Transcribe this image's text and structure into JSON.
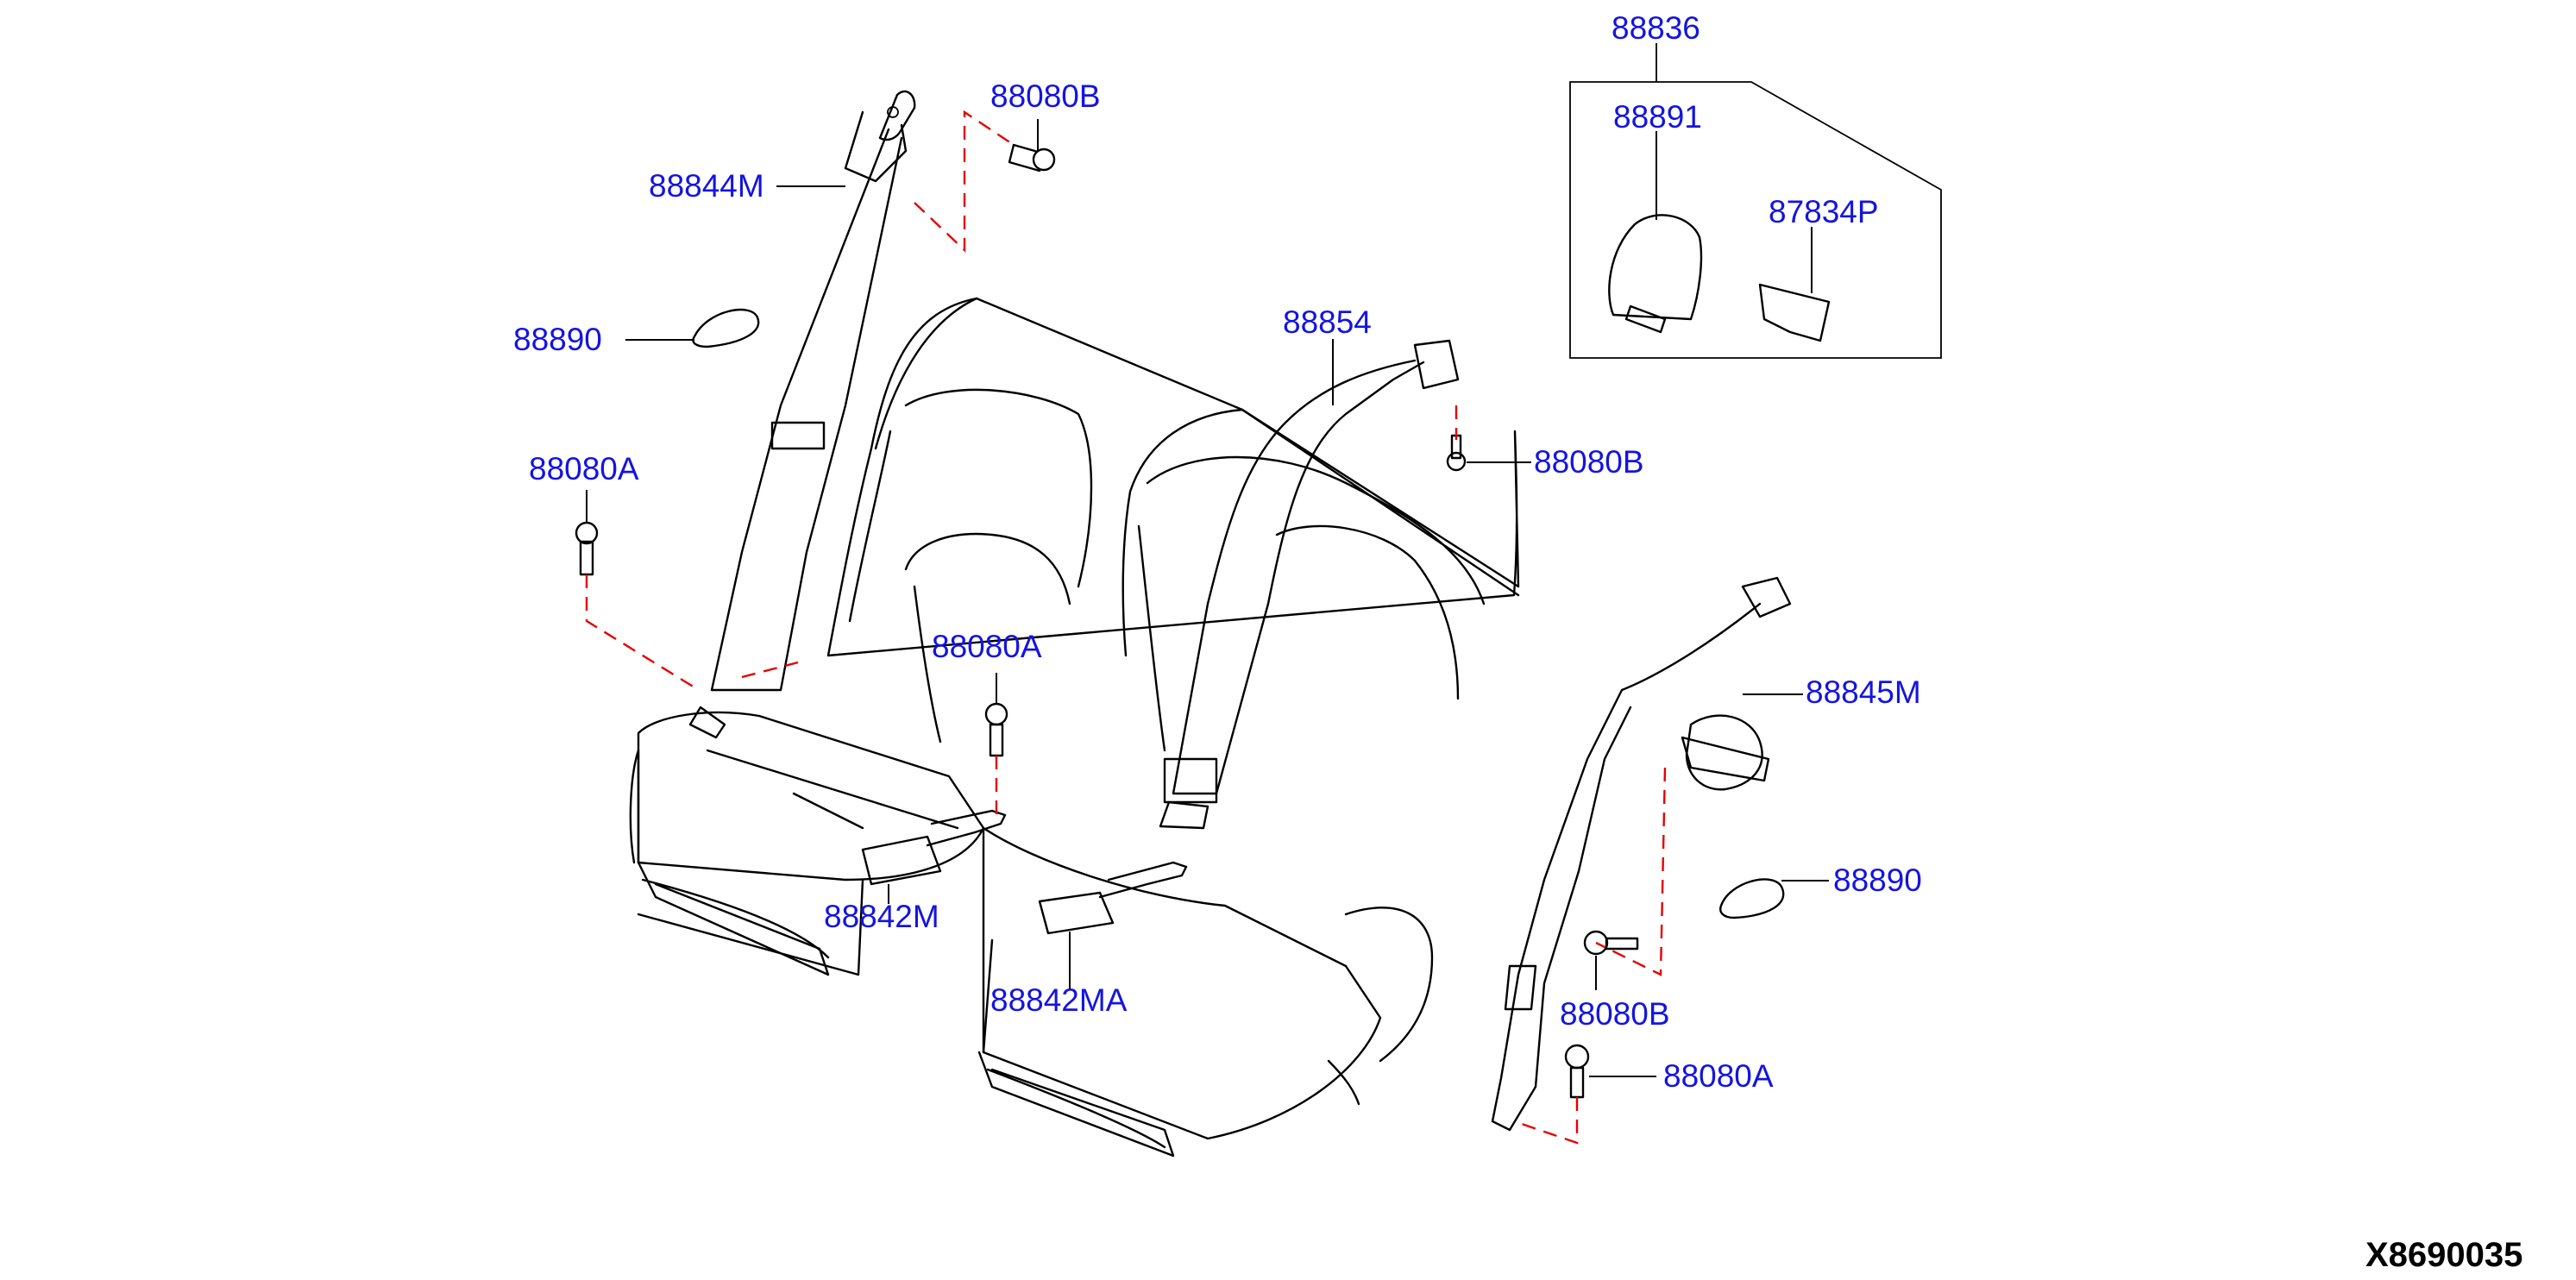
{
  "callouts": {
    "top_right_box": "88836",
    "cover": "88891",
    "bracket": "87834P",
    "retractor_left": "88844M",
    "bolt_top_left": "88080B",
    "escutcheon_left": "88890",
    "anchor_bolt_left": "88080A",
    "center_belt": "88854",
    "bolt_center_top": "88080B",
    "buckle_bolt": "88080A",
    "retractor_right": "88845M",
    "buckle_left": "88842M",
    "buckle_center": "88842MA",
    "escutcheon_right": "88890",
    "bolt_lower_right": "88080B",
    "anchor_bolt_right": "88080A"
  },
  "reference": "X8690035",
  "colors": {
    "callout_text": "#1414e0",
    "linework": "#000000",
    "dashed_link": "#e60000"
  }
}
